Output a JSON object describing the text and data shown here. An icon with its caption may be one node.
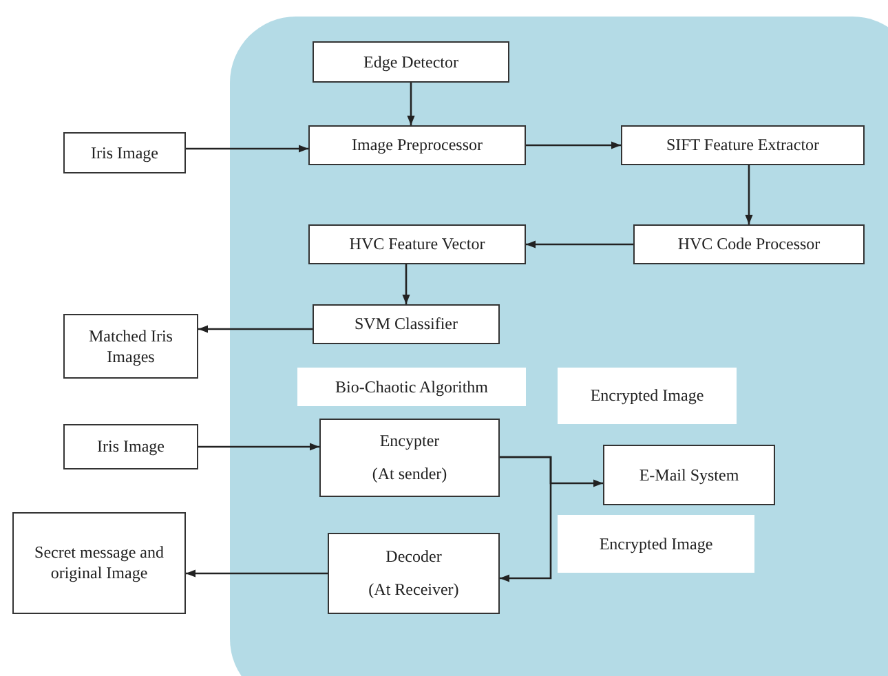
{
  "diagram": {
    "nodes": [
      {
        "text": [],
        "shape": "box"
      },
      {
        "text": [
          "Edge Detector"
        ],
        "in": 0
      },
      {
        "text": [
          "Iris Image"
        ]
      },
      {
        "text": [
          "Image Preprocessor"
        ],
        "in": 0
      },
      {
        "text": [
          "SIFT Feature Extractor"
        ],
        "in": 0
      },
      {
        "text": [
          "HVC Feature Vector"
        ],
        "in": 0
      },
      {
        "text": [
          "HVC Code Processor"
        ],
        "in": 0
      },
      {
        "text": [
          "SVM Classifier"
        ],
        "in": 0
      },
      {
        "text": [
          "Matched Iris Images"
        ]
      },
      {
        "text": [
          "Bio-Chaotic Algorithm"
        ],
        "in": 0
      },
      {
        "text": [
          "Encrypted Image"
        ],
        "in": 0
      },
      {
        "text": [
          "Iris Image"
        ]
      },
      {
        "text": [
          "Encypter",
          "(At sender)"
        ],
        "in": 0
      },
      {
        "text": [
          "E-Mail System"
        ],
        "in": 0
      },
      {
        "text": [
          "Encrypted Image"
        ],
        "in": 0
      },
      {
        "text": [
          "Secret message and original Image"
        ]
      },
      {
        "text": [
          "Decoder",
          "(At Receiver)"
        ],
        "in": 0
      }
    ],
    "edges": [
      {
        "from": 1,
        "to": 3,
        "arrow": "to"
      },
      {
        "from": 2,
        "to": 3,
        "arrow": "to"
      },
      {
        "from": 3,
        "to": 4,
        "arrow": "to"
      },
      {
        "from": 4,
        "to": 6,
        "arrow": "to"
      },
      {
        "from": 6,
        "to": 5,
        "arrow": "to"
      },
      {
        "from": 5,
        "to": 7,
        "arrow": "to"
      },
      {
        "from": 7,
        "to": 8,
        "arrow": "to"
      },
      {
        "from": 11,
        "to": 12,
        "arrow": "to"
      },
      {
        "from": 12,
        "to": 13,
        "arrow": "to"
      },
      {
        "from": 12,
        "to": 16,
        "arrow": "to"
      },
      {
        "from": 16,
        "to": 15,
        "arrow": "to"
      }
    ]
  }
}
